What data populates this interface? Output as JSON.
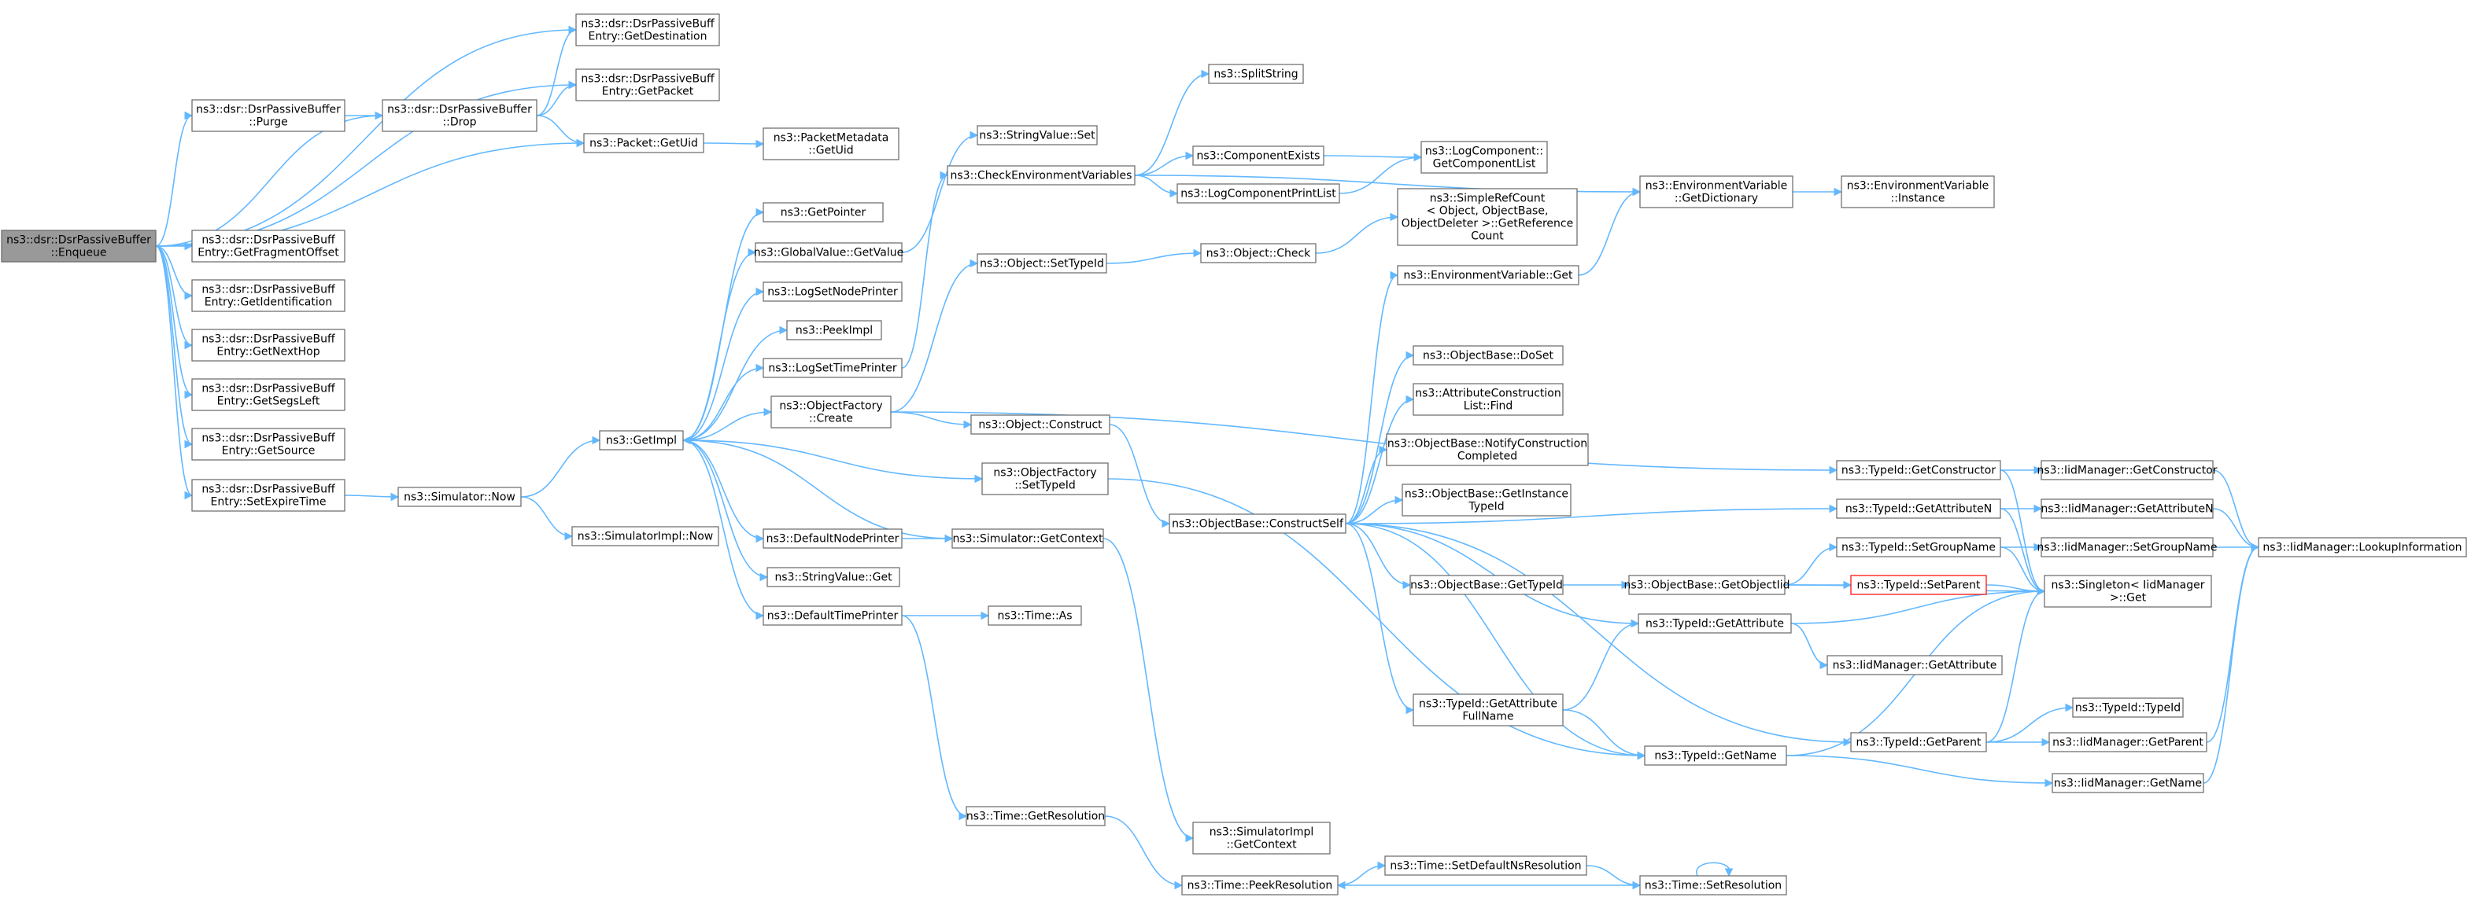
{
  "graph": {
    "nodes": [
      {
        "id": "n0",
        "lines": [
          "ns3::dsr::DsrPassiveBuffer",
          "::Enqueue"
        ],
        "style": "root"
      },
      {
        "id": "n1",
        "lines": [
          "ns3::dsr::DsrPassiveBuffer",
          "::Purge"
        ]
      },
      {
        "id": "n2",
        "lines": [
          "ns3::dsr::DsrPassiveBuff",
          "Entry::GetFragmentOffset"
        ]
      },
      {
        "id": "n3",
        "lines": [
          "ns3::dsr::DsrPassiveBuff",
          "Entry::GetIdentification"
        ]
      },
      {
        "id": "n4",
        "lines": [
          "ns3::dsr::DsrPassiveBuff",
          "Entry::GetNextHop"
        ]
      },
      {
        "id": "n5",
        "lines": [
          "ns3::dsr::DsrPassiveBuff",
          "Entry::GetSegsLeft"
        ]
      },
      {
        "id": "n6",
        "lines": [
          "ns3::dsr::DsrPassiveBuff",
          "Entry::GetSource"
        ]
      },
      {
        "id": "n7",
        "lines": [
          "ns3::dsr::DsrPassiveBuff",
          "Entry::SetExpireTime"
        ]
      },
      {
        "id": "n8",
        "lines": [
          "ns3::dsr::DsrPassiveBuffer",
          "::Drop"
        ]
      },
      {
        "id": "n9",
        "lines": [
          "ns3::Simulator::Now"
        ]
      },
      {
        "id": "n10",
        "lines": [
          "ns3::dsr::DsrPassiveBuff",
          "Entry::GetDestination"
        ]
      },
      {
        "id": "n11",
        "lines": [
          "ns3::dsr::DsrPassiveBuff",
          "Entry::GetPacket"
        ]
      },
      {
        "id": "n12",
        "lines": [
          "ns3::Packet::GetUid"
        ]
      },
      {
        "id": "n13",
        "lines": [
          "ns3::GetImpl"
        ]
      },
      {
        "id": "n14",
        "lines": [
          "ns3::SimulatorImpl::Now"
        ]
      },
      {
        "id": "n15",
        "lines": [
          "ns3::PacketMetadata",
          "::GetUid"
        ]
      },
      {
        "id": "n16",
        "lines": [
          "ns3::GetPointer"
        ]
      },
      {
        "id": "n17",
        "lines": [
          "ns3::GlobalValue::GetValue"
        ]
      },
      {
        "id": "n18",
        "lines": [
          "ns3::LogSetNodePrinter"
        ]
      },
      {
        "id": "n19",
        "lines": [
          "ns3::PeekImpl"
        ]
      },
      {
        "id": "n20",
        "lines": [
          "ns3::LogSetTimePrinter"
        ]
      },
      {
        "id": "n21",
        "lines": [
          "ns3::ObjectFactory",
          "::Create"
        ]
      },
      {
        "id": "n22",
        "lines": [
          "ns3::DefaultNodePrinter"
        ]
      },
      {
        "id": "n23",
        "lines": [
          "ns3::StringValue::Get"
        ]
      },
      {
        "id": "n24",
        "lines": [
          "ns3::DefaultTimePrinter"
        ]
      },
      {
        "id": "n25",
        "lines": [
          "ns3::StringValue::Set"
        ]
      },
      {
        "id": "n26",
        "lines": [
          "ns3::CheckEnvironmentVariables"
        ]
      },
      {
        "id": "n27",
        "lines": [
          "ns3::Object::SetTypeId"
        ]
      },
      {
        "id": "n28",
        "lines": [
          "ns3::Object::Construct"
        ]
      },
      {
        "id": "n29",
        "lines": [
          "ns3::ObjectFactory",
          "::SetTypeId"
        ]
      },
      {
        "id": "n30",
        "lines": [
          "ns3::Simulator::GetContext"
        ]
      },
      {
        "id": "n31",
        "lines": [
          "ns3::Time::As"
        ]
      },
      {
        "id": "n32",
        "lines": [
          "ns3::Time::GetResolution"
        ]
      },
      {
        "id": "n33",
        "lines": [
          "ns3::SplitString"
        ]
      },
      {
        "id": "n34",
        "lines": [
          "ns3::ComponentExists"
        ]
      },
      {
        "id": "n35",
        "lines": [
          "ns3::LogComponentPrintList"
        ]
      },
      {
        "id": "n36",
        "lines": [
          "ns3::Object::Check"
        ]
      },
      {
        "id": "n37",
        "lines": [
          "ns3::ObjectBase::ConstructSelf"
        ]
      },
      {
        "id": "n38",
        "lines": [
          "ns3::SimulatorImpl",
          "::GetContext"
        ]
      },
      {
        "id": "n39",
        "lines": [
          "ns3::Time::PeekResolution"
        ]
      },
      {
        "id": "n40",
        "lines": [
          "ns3::LogComponent::",
          "GetComponentList"
        ]
      },
      {
        "id": "n41",
        "lines": [
          "ns3::SimpleRefCount",
          "< Object, ObjectBase,",
          "ObjectDeleter >::GetReference",
          "Count"
        ]
      },
      {
        "id": "n42",
        "lines": [
          "ns3::EnvironmentVariable::Get"
        ]
      },
      {
        "id": "n43",
        "lines": [
          "ns3::ObjectBase::DoSet"
        ]
      },
      {
        "id": "n44",
        "lines": [
          "ns3::AttributeConstruction",
          "List::Find"
        ]
      },
      {
        "id": "n45",
        "lines": [
          "ns3::ObjectBase::NotifyConstruction",
          "Completed"
        ]
      },
      {
        "id": "n46",
        "lines": [
          "ns3::ObjectBase::GetInstance",
          "TypeId"
        ]
      },
      {
        "id": "n47",
        "lines": [
          "ns3::ObjectBase::GetTypeId"
        ]
      },
      {
        "id": "n48",
        "lines": [
          "ns3::TypeId::GetAttribute",
          "FullName"
        ]
      },
      {
        "id": "n49",
        "lines": [
          "ns3::Time::SetDefaultNsResolution"
        ]
      },
      {
        "id": "n50",
        "lines": [
          "ns3::EnvironmentVariable",
          "::GetDictionary"
        ]
      },
      {
        "id": "n51",
        "lines": [
          "ns3::ObjectBase::GetObjectIid"
        ]
      },
      {
        "id": "n52",
        "lines": [
          "ns3::TypeId::GetAttribute"
        ]
      },
      {
        "id": "n53",
        "lines": [
          "ns3::TypeId::GetName"
        ]
      },
      {
        "id": "n54",
        "lines": [
          "ns3::Time::SetResolution"
        ]
      },
      {
        "id": "n55",
        "lines": [
          "ns3::EnvironmentVariable",
          "::Instance"
        ]
      },
      {
        "id": "n56",
        "lines": [
          "ns3::TypeId::GetConstructor"
        ]
      },
      {
        "id": "n57",
        "lines": [
          "ns3::TypeId::GetAttributeN"
        ]
      },
      {
        "id": "n58",
        "lines": [
          "ns3::TypeId::SetGroupName"
        ]
      },
      {
        "id": "n59",
        "lines": [
          "ns3::TypeId::SetParent"
        ],
        "style": "red"
      },
      {
        "id": "n60",
        "lines": [
          "ns3::IidManager::GetAttribute"
        ]
      },
      {
        "id": "n61",
        "lines": [
          "ns3::TypeId::GetParent"
        ]
      },
      {
        "id": "n62",
        "lines": [
          "ns3::IidManager::GetConstructor"
        ]
      },
      {
        "id": "n63",
        "lines": [
          "ns3::IidManager::GetAttributeN"
        ]
      },
      {
        "id": "n64",
        "lines": [
          "ns3::IidManager::SetGroupName"
        ]
      },
      {
        "id": "n65",
        "lines": [
          "ns3::Singleton< IidManager",
          ">::Get"
        ]
      },
      {
        "id": "n66",
        "lines": [
          "ns3::TypeId::TypeId"
        ]
      },
      {
        "id": "n67",
        "lines": [
          "ns3::IidManager::GetParent"
        ]
      },
      {
        "id": "n68",
        "lines": [
          "ns3::IidManager::GetName"
        ]
      },
      {
        "id": "n69",
        "lines": [
          "ns3::IidManager::LookupInformation"
        ]
      }
    ],
    "edges": [
      [
        "n0",
        "n10"
      ],
      [
        "n0",
        "n11"
      ],
      [
        "n0",
        "n1"
      ],
      [
        "n0",
        "n8"
      ],
      [
        "n0",
        "n12"
      ],
      [
        "n0",
        "n2"
      ],
      [
        "n0",
        "n3"
      ],
      [
        "n0",
        "n4"
      ],
      [
        "n0",
        "n5"
      ],
      [
        "n0",
        "n6"
      ],
      [
        "n0",
        "n7"
      ],
      [
        "n1",
        "n8"
      ],
      [
        "n8",
        "n10"
      ],
      [
        "n8",
        "n11"
      ],
      [
        "n8",
        "n12"
      ],
      [
        "n12",
        "n15"
      ],
      [
        "n7",
        "n9"
      ],
      [
        "n9",
        "n13"
      ],
      [
        "n9",
        "n14"
      ],
      [
        "n13",
        "n16"
      ],
      [
        "n13",
        "n17"
      ],
      [
        "n13",
        "n18"
      ],
      [
        "n13",
        "n19"
      ],
      [
        "n13",
        "n20"
      ],
      [
        "n13",
        "n21"
      ],
      [
        "n13",
        "n22"
      ],
      [
        "n13",
        "n23"
      ],
      [
        "n13",
        "n24"
      ],
      [
        "n13",
        "n29"
      ],
      [
        "n17",
        "n25"
      ],
      [
        "n20",
        "n26"
      ],
      [
        "n21",
        "n27"
      ],
      [
        "n21",
        "n28"
      ],
      [
        "n21",
        "n56"
      ],
      [
        "n22",
        "n30"
      ],
      [
        "n30",
        "n13"
      ],
      [
        "n30",
        "n38"
      ],
      [
        "n24",
        "n31"
      ],
      [
        "n24",
        "n32"
      ],
      [
        "n32",
        "n39"
      ],
      [
        "n29",
        "n53"
      ],
      [
        "n28",
        "n37"
      ],
      [
        "n27",
        "n36"
      ],
      [
        "n36",
        "n41"
      ],
      [
        "n26",
        "n33"
      ],
      [
        "n26",
        "n34"
      ],
      [
        "n26",
        "n35"
      ],
      [
        "n26",
        "n50"
      ],
      [
        "n34",
        "n40"
      ],
      [
        "n35",
        "n40"
      ],
      [
        "n42",
        "n50"
      ],
      [
        "n50",
        "n55"
      ],
      [
        "n37",
        "n42"
      ],
      [
        "n37",
        "n43"
      ],
      [
        "n37",
        "n44"
      ],
      [
        "n37",
        "n45"
      ],
      [
        "n37",
        "n46"
      ],
      [
        "n37",
        "n47"
      ],
      [
        "n37",
        "n48"
      ],
      [
        "n37",
        "n52"
      ],
      [
        "n37",
        "n53"
      ],
      [
        "n37",
        "n61"
      ],
      [
        "n37",
        "n57"
      ],
      [
        "n47",
        "n51"
      ],
      [
        "n51",
        "n58"
      ],
      [
        "n51",
        "n59"
      ],
      [
        "n51",
        "n65"
      ],
      [
        "n48",
        "n52"
      ],
      [
        "n48",
        "n53"
      ],
      [
        "n52",
        "n60"
      ],
      [
        "n52",
        "n65"
      ],
      [
        "n53",
        "n65"
      ],
      [
        "n53",
        "n68"
      ],
      [
        "n56",
        "n62"
      ],
      [
        "n56",
        "n65"
      ],
      [
        "n57",
        "n63"
      ],
      [
        "n57",
        "n65"
      ],
      [
        "n58",
        "n64"
      ],
      [
        "n58",
        "n65"
      ],
      [
        "n59",
        "n65"
      ],
      [
        "n61",
        "n65"
      ],
      [
        "n61",
        "n66"
      ],
      [
        "n61",
        "n67"
      ],
      [
        "n62",
        "n69"
      ],
      [
        "n63",
        "n69"
      ],
      [
        "n64",
        "n69"
      ],
      [
        "n67",
        "n69"
      ],
      [
        "n68",
        "n69"
      ],
      [
        "n39",
        "n49"
      ],
      [
        "n49",
        "n54"
      ],
      [
        "n54",
        "n39"
      ],
      [
        "n54",
        "n54"
      ]
    ]
  }
}
